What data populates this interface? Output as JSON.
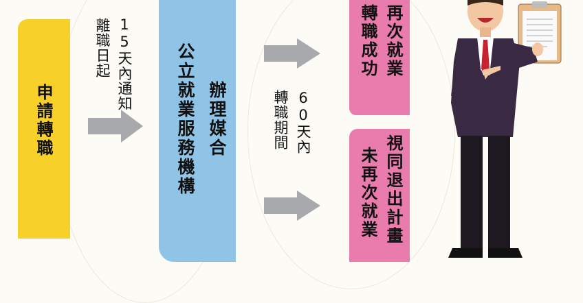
{
  "apply": {
    "label": "申請轉職"
  },
  "resign_note": {
    "line1": "15天內通知",
    "line2": "離職日起"
  },
  "agency": {
    "line1": "公立就業服務機構",
    "line2": "辦理媒合"
  },
  "period_note": {
    "line1": "60天內",
    "line2": "轉職期間"
  },
  "outcome_success": {
    "line1": "再次就業",
    "line2": "轉職成功"
  },
  "outcome_fail": {
    "line1": "視同退出計畫",
    "line2": "未再次就業"
  },
  "colors": {
    "yellow": "#f7d12a",
    "blue": "#8fc4e6",
    "pink": "#ea7cad",
    "arrow": "#a7a9ac"
  }
}
